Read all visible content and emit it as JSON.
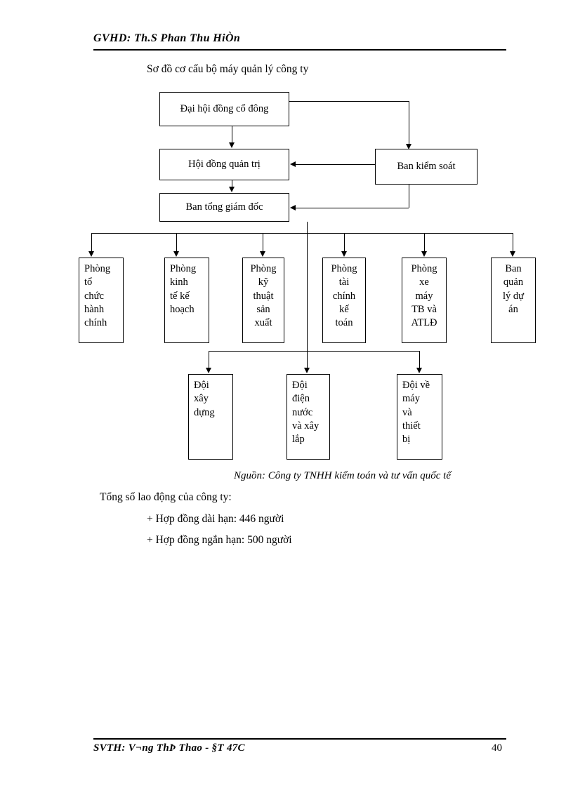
{
  "header": {
    "text": "GVHD:  Th.S Phan  Thu  HiÒn"
  },
  "footer": {
    "text": "SVTH: V¬ng  ThÞ Thao - §T 47C",
    "page_number": "40"
  },
  "document": {
    "diagram_title": "Sơ đồ cơ cấu bộ máy  quản  lý công ty",
    "source_note": "Nguồn: Công ty TNHH  kiểm toán và tư vấn quốc tế",
    "total_label": "Tổng số lao động của công ty:",
    "bullet_1": "+ Hợp đồng dài hạn: 446 người",
    "bullet_2": "+ Hợp đồng ngắn hạn: 500 người"
  },
  "chart_data": {
    "type": "diagram",
    "title": "Sơ đồ cơ cấu bộ máy  quản  lý công ty",
    "nodes": {
      "shareholders": "Đại hội đồng cổ đông",
      "board": "Hội đồng quản trị",
      "management": "Ban tổng giám  đốc",
      "supervisory": "Ban kiểm  soát",
      "dept_1": "Phòng\ntổ\nchức\nhành\nchính",
      "dept_2": "Phòng\nkinh\ntế kế\nhoạch",
      "dept_3": "Phòng\nkỹ\nthuật\nsản\nxuất",
      "dept_4": "Phòng\ntài\nchính\nkế\ntoán",
      "dept_5": "Phòng\nxe\nmáy\nTB và\nATLĐ",
      "dept_6": "Ban\nquản\nlý dự\nán",
      "team_1": "Đội\nxây\ndựng",
      "team_2": "Đội\nđiện\nnước\nvà xây\nlắp",
      "team_3": "Đội về\nmáy\nvà\nthiết\nbị"
    }
  }
}
